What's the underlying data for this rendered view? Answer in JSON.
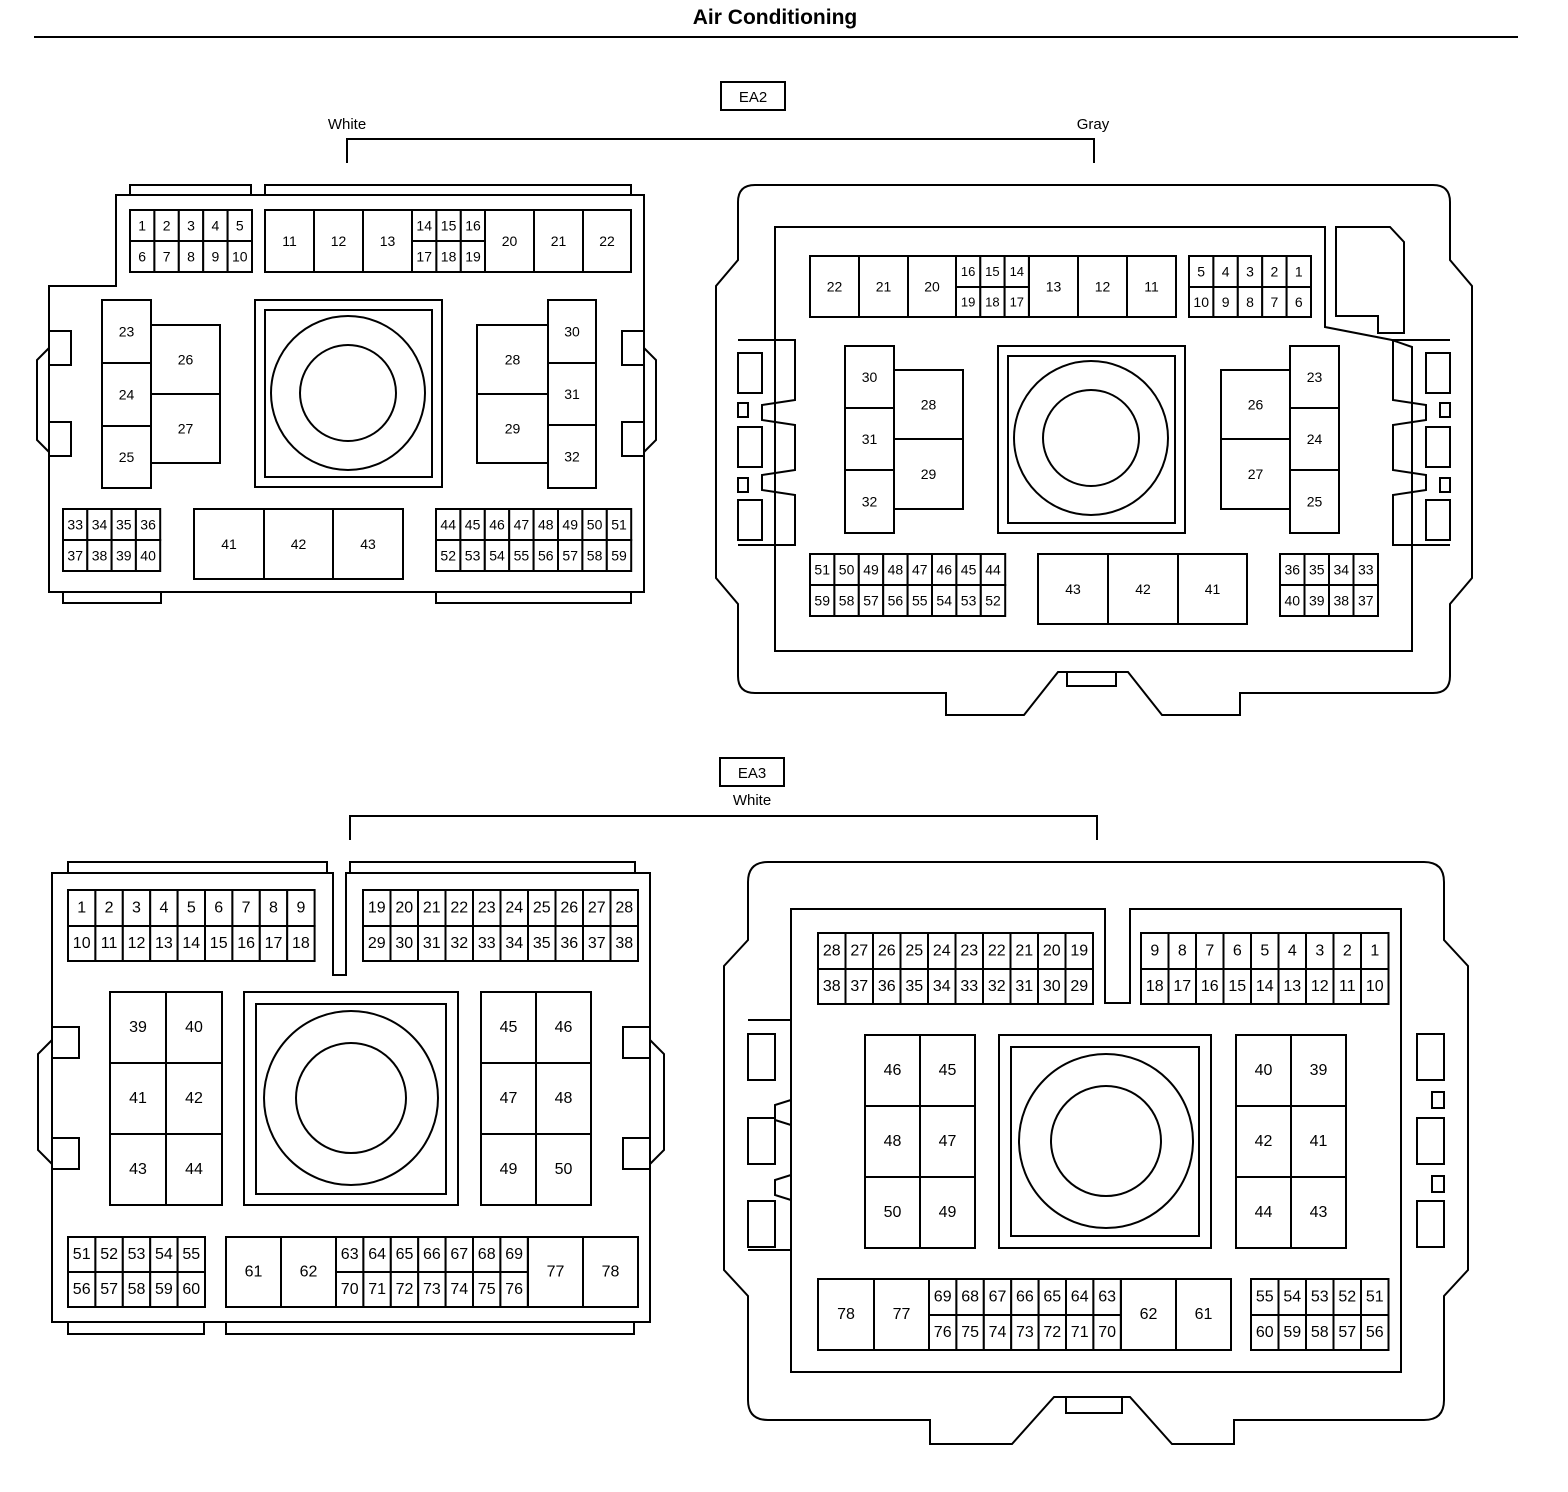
{
  "title": "Air Conditioning",
  "connectors": [
    {
      "id": "EA2",
      "left_color": "White",
      "right_color": "Gray"
    },
    {
      "id": "EA3",
      "color": "White"
    }
  ],
  "views": {
    "ea2_a": {
      "cells": [
        [
          "1",
          "2",
          "3",
          "4",
          "5"
        ],
        [
          "6",
          "7",
          "8",
          "9",
          "10"
        ],
        [
          "11"
        ],
        [
          "12"
        ],
        [
          "13"
        ],
        [
          "14",
          "15",
          "16"
        ],
        [
          "17",
          "18",
          "19"
        ],
        [
          "20"
        ],
        [
          "21"
        ],
        [
          "22"
        ],
        [
          "23"
        ],
        [
          "24"
        ],
        [
          "25"
        ],
        [
          "26"
        ],
        [
          "27"
        ],
        [
          "28"
        ],
        [
          "29"
        ],
        [
          "30"
        ],
        [
          "31"
        ],
        [
          "32"
        ],
        [
          "33",
          "34",
          "35",
          "36"
        ],
        [
          "37",
          "38",
          "39",
          "40"
        ],
        [
          "41"
        ],
        [
          "42"
        ],
        [
          "43"
        ],
        [
          "44",
          "45",
          "46",
          "47",
          "48",
          "49",
          "50",
          "51"
        ],
        [
          "52",
          "53",
          "54",
          "55",
          "56",
          "57",
          "58",
          "59"
        ]
      ]
    },
    "ea2_b": {
      "cells": [
        [
          "22"
        ],
        [
          "21"
        ],
        [
          "20"
        ],
        [
          "16",
          "15",
          "14"
        ],
        [
          "19",
          "18",
          "17"
        ],
        [
          "13"
        ],
        [
          "12"
        ],
        [
          "11"
        ],
        [
          "5",
          "4",
          "3",
          "2",
          "1"
        ],
        [
          "10",
          "9",
          "8",
          "7",
          "6"
        ],
        [
          "30"
        ],
        [
          "31"
        ],
        [
          "32"
        ],
        [
          "28"
        ],
        [
          "29"
        ],
        [
          "26"
        ],
        [
          "27"
        ],
        [
          "23"
        ],
        [
          "24"
        ],
        [
          "25"
        ],
        [
          "51",
          "50",
          "49",
          "48",
          "47",
          "46",
          "45",
          "44"
        ],
        [
          "59",
          "58",
          "57",
          "56",
          "55",
          "54",
          "53",
          "52"
        ],
        [
          "43"
        ],
        [
          "42"
        ],
        [
          "41"
        ],
        [
          "36",
          "35",
          "34",
          "33"
        ],
        [
          "40",
          "39",
          "38",
          "37"
        ]
      ]
    },
    "ea3_a": {
      "cells": [
        [
          "1",
          "2",
          "3",
          "4",
          "5",
          "6",
          "7",
          "8",
          "9"
        ],
        [
          "10",
          "11",
          "12",
          "13",
          "14",
          "15",
          "16",
          "17",
          "18"
        ],
        [
          "19",
          "20",
          "21",
          "22",
          "23",
          "24",
          "25",
          "26",
          "27",
          "28"
        ],
        [
          "29",
          "30",
          "31",
          "32",
          "33",
          "34",
          "35",
          "36",
          "37",
          "38"
        ],
        [
          "39",
          "40"
        ],
        [
          "41",
          "42"
        ],
        [
          "43",
          "44"
        ],
        [
          "45",
          "46"
        ],
        [
          "47",
          "48"
        ],
        [
          "49",
          "50"
        ],
        [
          "51",
          "52",
          "53",
          "54",
          "55"
        ],
        [
          "56",
          "57",
          "58",
          "59",
          "60"
        ],
        [
          "61"
        ],
        [
          "62"
        ],
        [
          "63",
          "64",
          "65",
          "66",
          "67",
          "68",
          "69"
        ],
        [
          "70",
          "71",
          "72",
          "73",
          "74",
          "75",
          "76"
        ],
        [
          "77"
        ],
        [
          "78"
        ]
      ]
    },
    "ea3_b": {
      "cells": [
        [
          "28",
          "27",
          "26",
          "25",
          "24",
          "23",
          "22",
          "21",
          "20",
          "19"
        ],
        [
          "38",
          "37",
          "36",
          "35",
          "34",
          "33",
          "32",
          "31",
          "30",
          "29"
        ],
        [
          "9",
          "8",
          "7",
          "6",
          "5",
          "4",
          "3",
          "2",
          "1"
        ],
        [
          "18",
          "17",
          "16",
          "15",
          "14",
          "13",
          "12",
          "11",
          "10"
        ],
        [
          "46",
          "45"
        ],
        [
          "48",
          "47"
        ],
        [
          "50",
          "49"
        ],
        [
          "40",
          "39"
        ],
        [
          "42",
          "41"
        ],
        [
          "44",
          "43"
        ],
        [
          "78"
        ],
        [
          "77"
        ],
        [
          "69",
          "68",
          "67",
          "66",
          "65",
          "64",
          "63"
        ],
        [
          "76",
          "75",
          "74",
          "73",
          "72",
          "71",
          "70"
        ],
        [
          "62"
        ],
        [
          "61"
        ],
        [
          "55",
          "54",
          "53",
          "52",
          "51"
        ],
        [
          "60",
          "59",
          "58",
          "57",
          "56"
        ]
      ]
    }
  }
}
